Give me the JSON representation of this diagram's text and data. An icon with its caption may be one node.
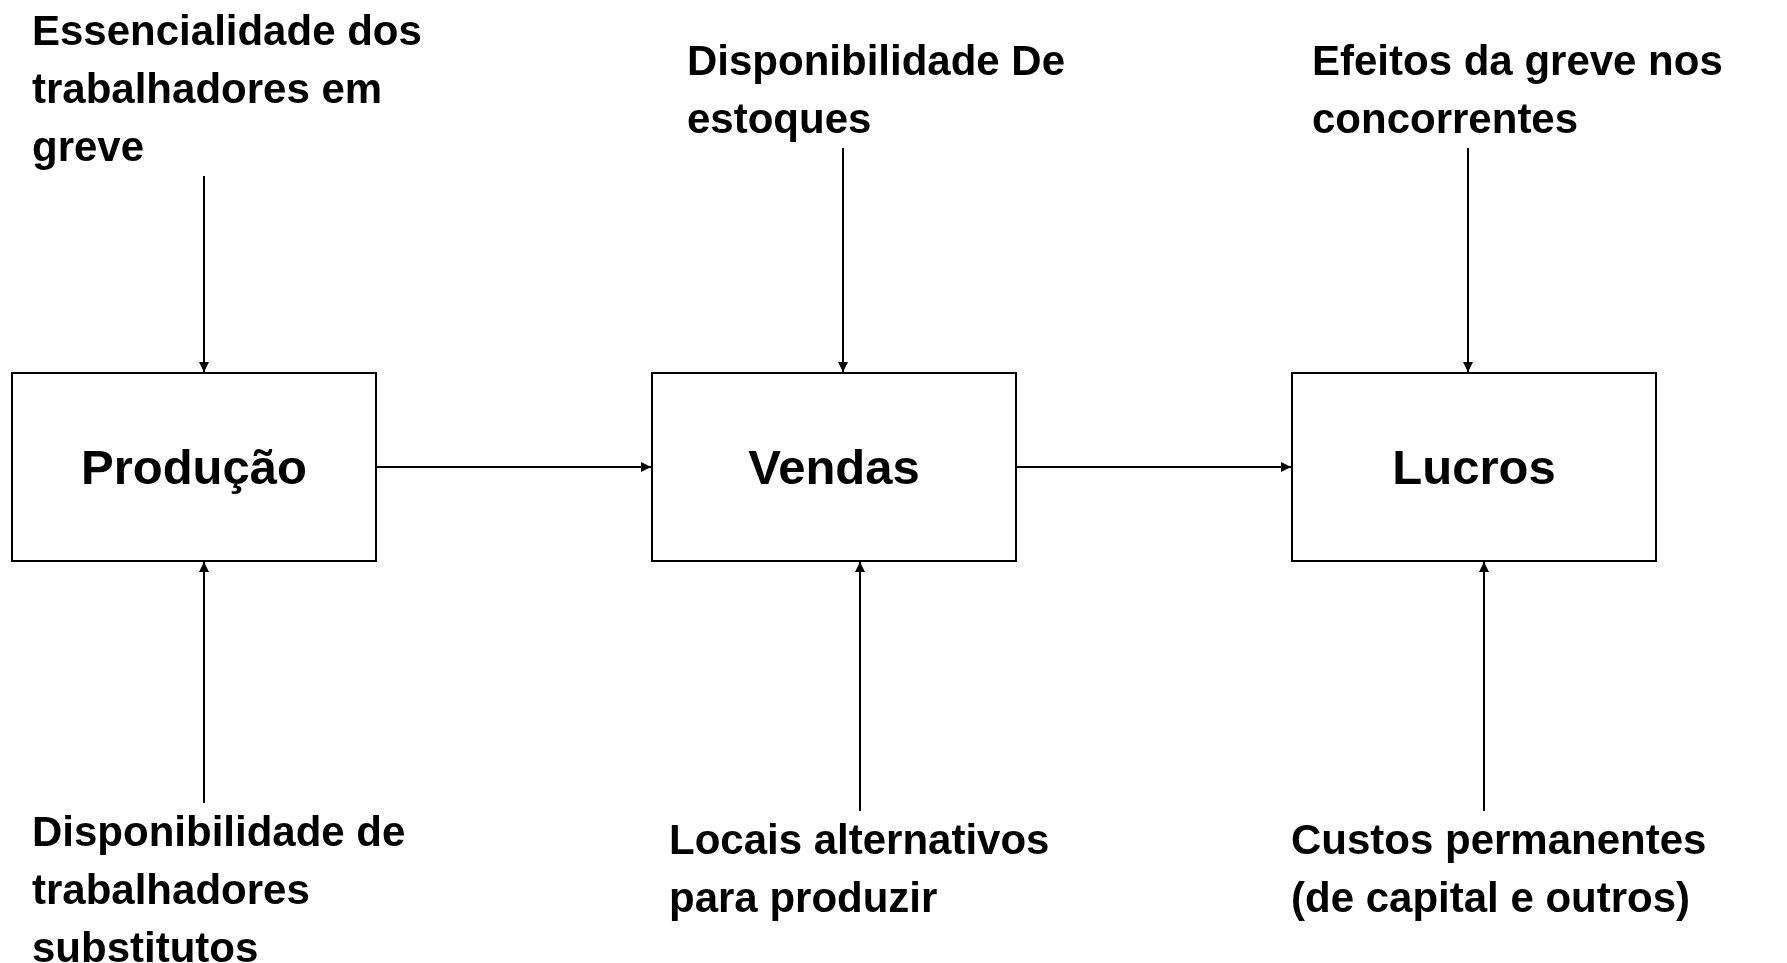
{
  "diagram": {
    "nodes": [
      {
        "text": [
          "Essencialidade dos trabalhadores em greve"
        ]
      },
      {
        "text": [
          "Disponibilidade De estoques"
        ]
      },
      {
        "text": [
          "Efeitos da greve nos concorrentes"
        ]
      },
      {
        "text": [
          "Produção"
        ]
      },
      {
        "text": [
          "Vendas"
        ]
      },
      {
        "text": [
          "Lucros"
        ]
      },
      {
        "text": [
          "Disponibilidade de trabalhadores substitutos"
        ]
      },
      {
        "text": [
          "Locais alternativos para produzir"
        ]
      },
      {
        "text": [
          "Custos permanentes (de capital e outros)"
        ]
      }
    ],
    "edges": [
      {
        "from": 0,
        "to": 3,
        "arrow": "to"
      },
      {
        "from": 1,
        "to": 4,
        "arrow": "to"
      },
      {
        "from": 2,
        "to": 5,
        "arrow": "to"
      },
      {
        "from": 3,
        "to": 4,
        "arrow": "to"
      },
      {
        "from": 4,
        "to": 5,
        "arrow": "to"
      },
      {
        "from": 6,
        "to": 3,
        "arrow": "to"
      },
      {
        "from": 7,
        "to": 4,
        "arrow": "to"
      },
      {
        "from": 8,
        "to": 5,
        "arrow": "to"
      }
    ]
  }
}
